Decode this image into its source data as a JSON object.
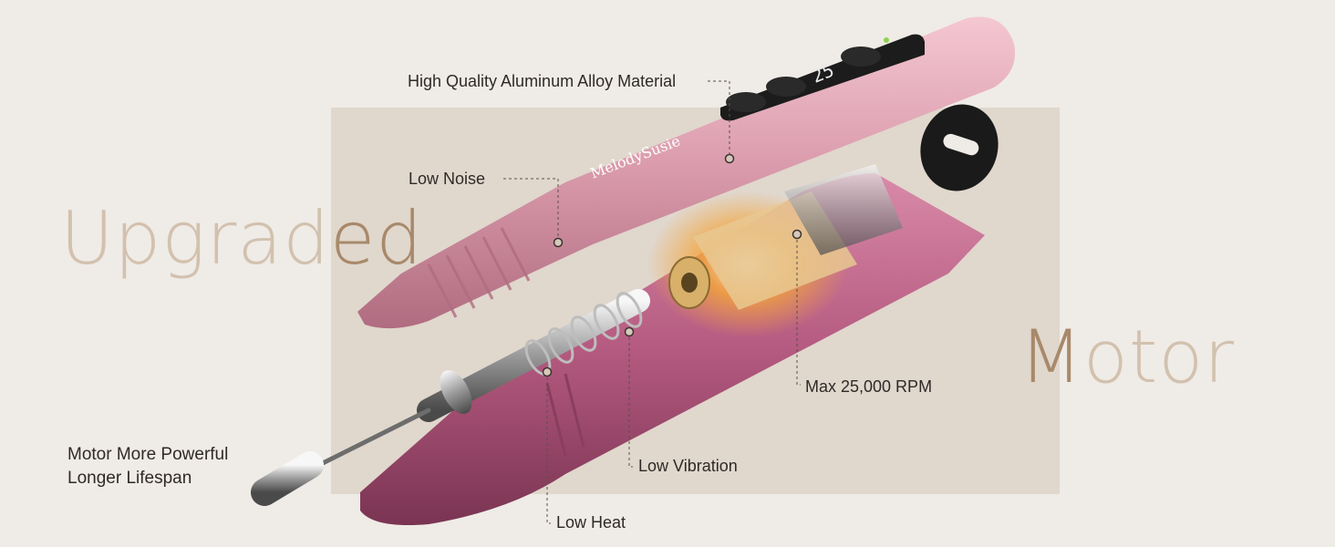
{
  "headline": {
    "word1_part1": "Upgrad",
    "word1_part2": "ed",
    "word2_part1": "M",
    "word2_part2": "otor"
  },
  "brand": {
    "logo_text": "MelodySusie",
    "display_reading": "25"
  },
  "callouts": {
    "aluminum": "High Quality Aluminum Alloy Material",
    "noise": "Low Noise",
    "rpm": "Max 25,000 RPM",
    "vibration": "Low Vibration",
    "heat": "Low Heat",
    "motor_line1": "Motor More Powerful",
    "motor_line2": "Longer Lifespan"
  },
  "colors": {
    "background": "#efebe6",
    "panel": "#e0d7cd",
    "headline_light": "#d2c1ae",
    "headline_dark": "#a8896a",
    "pen_pink": "#d89aa8",
    "pen_dark_pink": "#b05e7b",
    "glow": "#f3a43a"
  }
}
